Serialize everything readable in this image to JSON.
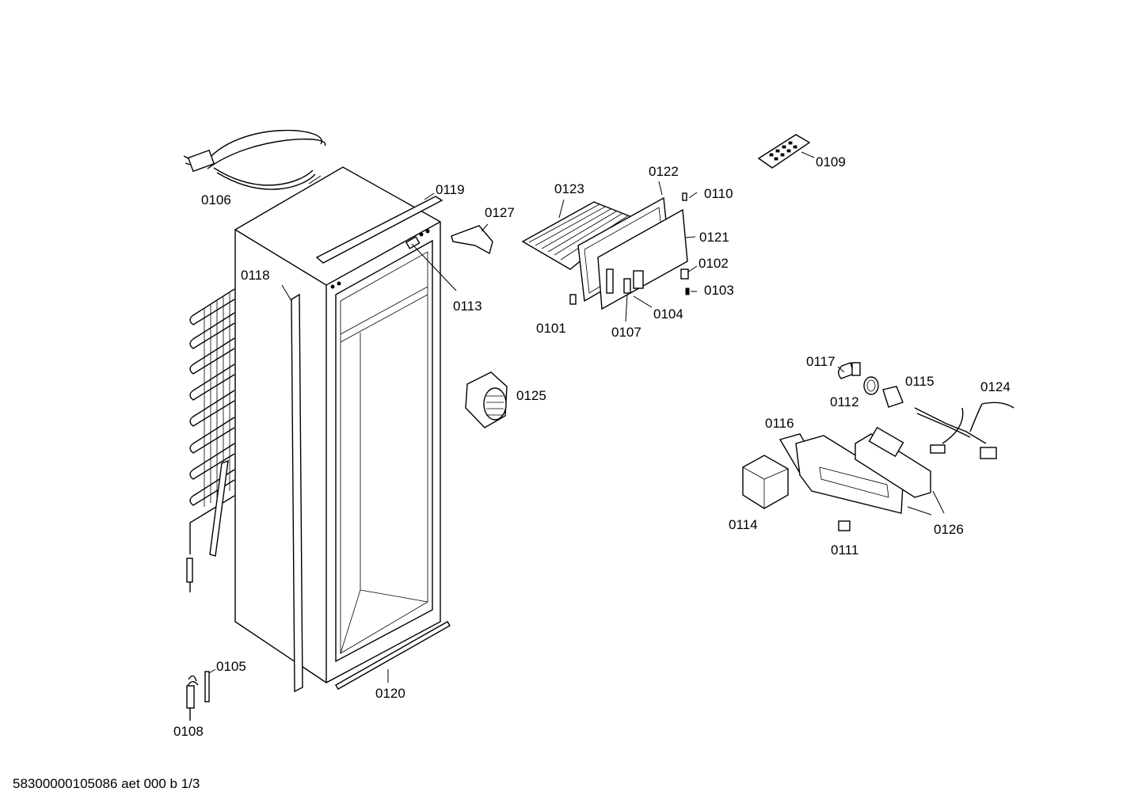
{
  "parts": [
    {
      "id": "p0101",
      "label": "0101"
    },
    {
      "id": "p0102",
      "label": "0102"
    },
    {
      "id": "p0103",
      "label": "0103"
    },
    {
      "id": "p0104",
      "label": "0104"
    },
    {
      "id": "p0105",
      "label": "0105"
    },
    {
      "id": "p0106",
      "label": "0106"
    },
    {
      "id": "p0107",
      "label": "0107"
    },
    {
      "id": "p0108",
      "label": "0108"
    },
    {
      "id": "p0109",
      "label": "0109"
    },
    {
      "id": "p0110",
      "label": "0110"
    },
    {
      "id": "p0111",
      "label": "0111"
    },
    {
      "id": "p0112",
      "label": "0112"
    },
    {
      "id": "p0113",
      "label": "0113"
    },
    {
      "id": "p0114",
      "label": "0114"
    },
    {
      "id": "p0115",
      "label": "0115"
    },
    {
      "id": "p0116",
      "label": "0116"
    },
    {
      "id": "p0117",
      "label": "0117"
    },
    {
      "id": "p0118",
      "label": "0118"
    },
    {
      "id": "p0119",
      "label": "0119"
    },
    {
      "id": "p0120",
      "label": "0120"
    },
    {
      "id": "p0121",
      "label": "0121"
    },
    {
      "id": "p0122",
      "label": "0122"
    },
    {
      "id": "p0123",
      "label": "0123"
    },
    {
      "id": "p0124",
      "label": "0124"
    },
    {
      "id": "p0125",
      "label": "0125"
    },
    {
      "id": "p0126",
      "label": "0126"
    },
    {
      "id": "p0127",
      "label": "0127"
    }
  ],
  "footer": {
    "text": "58300000105086 aet 000 b 1/3"
  }
}
